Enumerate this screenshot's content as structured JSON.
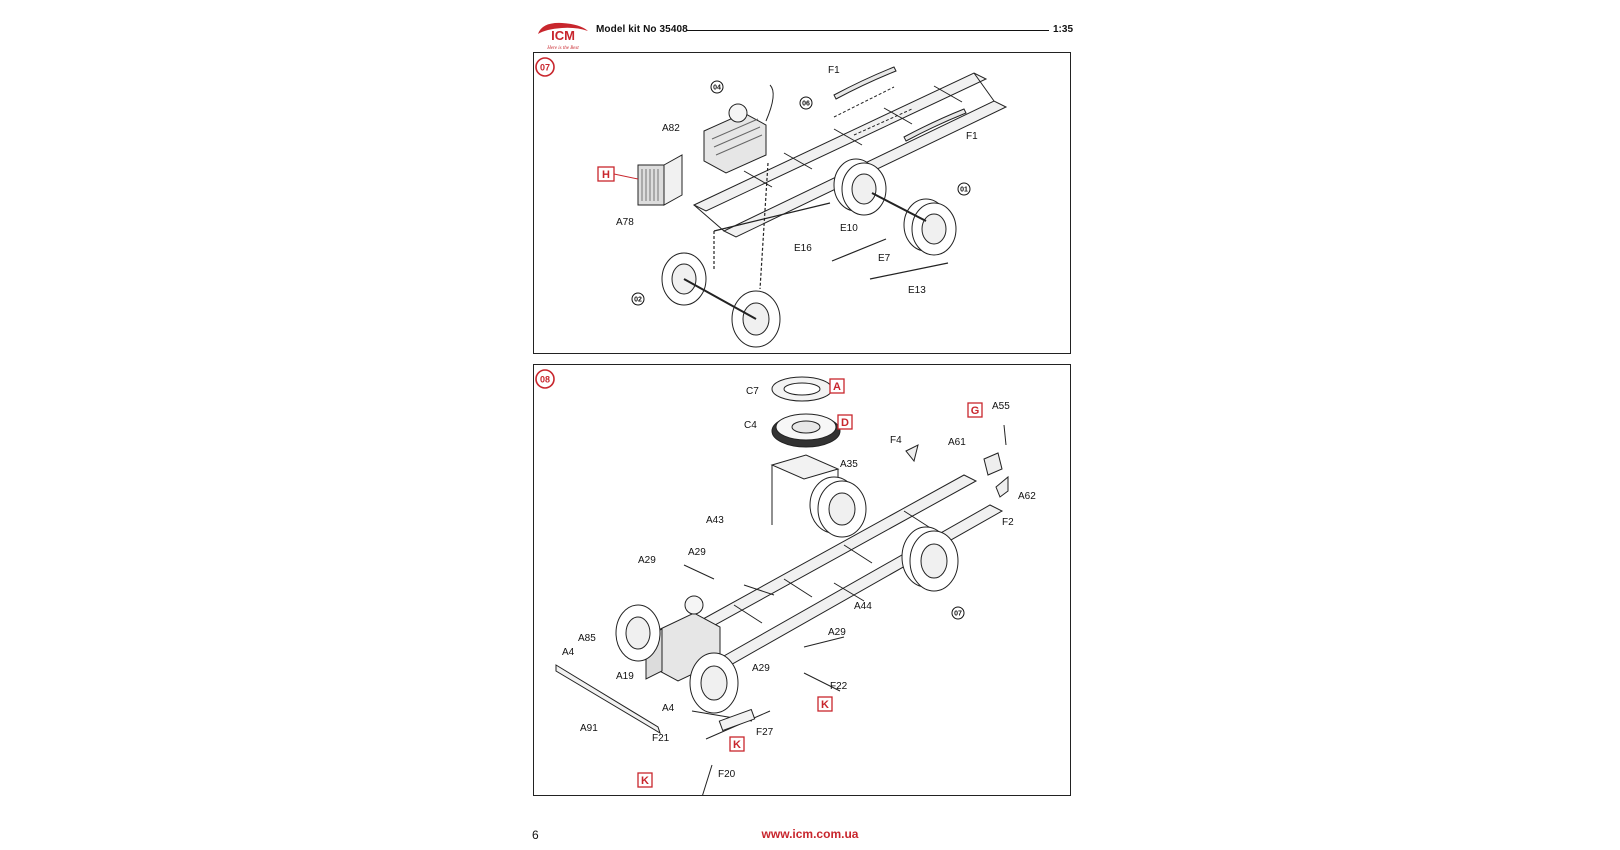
{
  "header": {
    "brand": "ICM",
    "slogan": "Here is the Best",
    "kit_label": "Model kit No 35408",
    "scale": "1:35",
    "accent_color": "#c8262d"
  },
  "step07": {
    "number": "07",
    "sub_refs": [
      "04",
      "06",
      "01",
      "02"
    ],
    "labels": [
      "A82",
      "H",
      "A78",
      "F1",
      "F1",
      "E10",
      "E16",
      "E7",
      "E13"
    ]
  },
  "step08": {
    "number": "08",
    "sub_refs": [
      "07"
    ],
    "labels": [
      "C7",
      "A",
      "C4",
      "D",
      "A35",
      "G",
      "A55",
      "A61",
      "F4",
      "A62",
      "F2",
      "A43",
      "A29",
      "A29",
      "A44",
      "A29",
      "A85",
      "A4",
      "A29",
      "A19",
      "A4",
      "F22",
      "K",
      "A91",
      "F21",
      "K",
      "F27",
      "K",
      "F20"
    ]
  },
  "footer": {
    "page_number": "6",
    "url": "www.icm.com.ua"
  }
}
